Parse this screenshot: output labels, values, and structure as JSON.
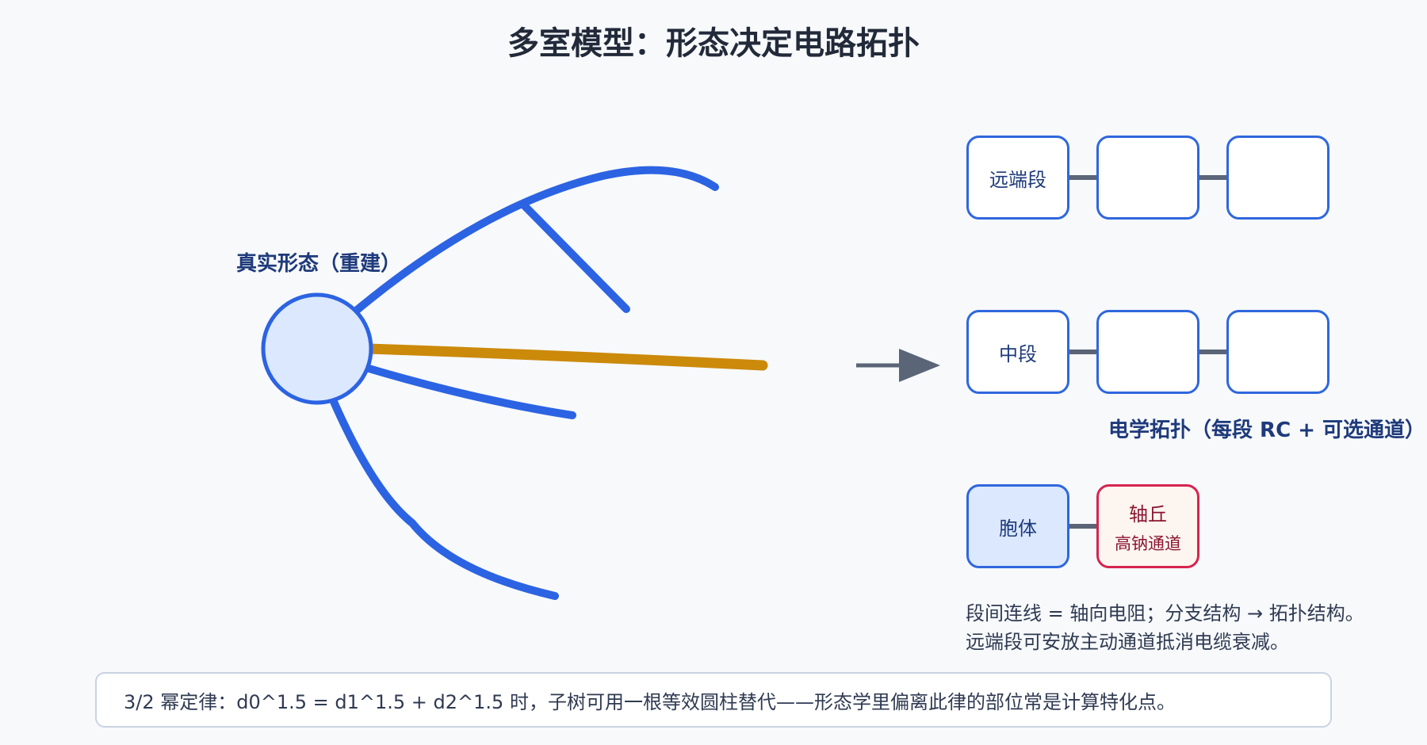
{
  "title": "多室模型：形态决定电路拓扑",
  "morphology": {
    "label": "真实形态（重建）",
    "soma_color": "#dbe8fd",
    "dendrite_color": "#2c63e3",
    "axon_color": "#cc8a0a"
  },
  "topology": {
    "label": "电学拓扑（每段 RC + 可选通道）",
    "rows": [
      {
        "label": "远端段",
        "boxes": [
          "远端段",
          "",
          ""
        ]
      },
      {
        "label": "中段",
        "boxes": [
          "中段",
          "",
          ""
        ]
      }
    ],
    "soma_box": {
      "label": "胞体"
    },
    "ais_box": {
      "label": "轴丘",
      "sublabel": "高钠通道"
    },
    "box_border_color": "#2f67dd",
    "ais_border_color": "#d62450"
  },
  "notes": [
    "段间连线 = 轴向电阻；分支结构 → 拓扑结构。",
    "远端段可安放主动通道抵消电缆衰减。"
  ],
  "footer": "3/2 幂定律：d0^1.5 = d1^1.5 + d2^1.5 时，子树可用一根等效圆柱替代——形态学里偏离此律的部位常是计算特化点。"
}
